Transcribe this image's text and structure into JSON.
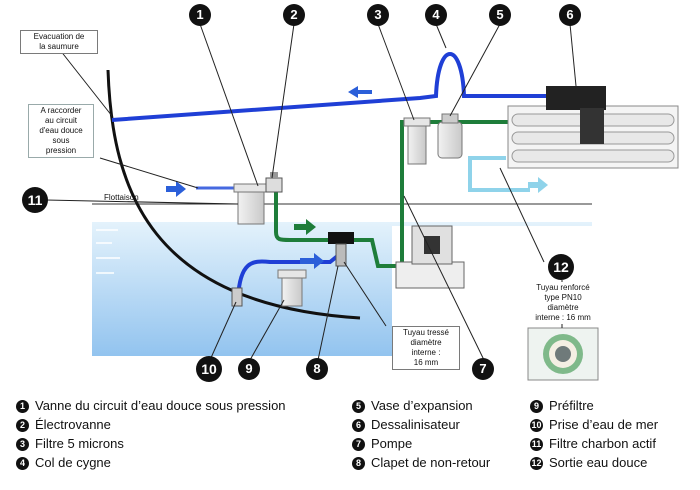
{
  "callouts": {
    "evacuation": "Evacuation de\nla saumure",
    "raccorder": "A raccorder\nau circuit\nd'eau douce\nsous\npression",
    "flottaison": "Flottaison",
    "tuyau_tresse": "Tuyau tressé\ndiamètre\ninterne :\n16 mm",
    "tuyau_renforce": "Tuyau renforcé\ntype PN10\ndiamètre\ninterne : 16 mm"
  },
  "markers": [
    "1",
    "2",
    "3",
    "4",
    "5",
    "6",
    "7",
    "8",
    "9",
    "10",
    "11",
    "12"
  ],
  "legend": [
    {
      "num": "1",
      "label": "Vanne du circuit d’eau douce sous pression"
    },
    {
      "num": "2",
      "label": "Électrovanne"
    },
    {
      "num": "3",
      "label": "Filtre 5 microns"
    },
    {
      "num": "4",
      "label": "Col de cygne"
    },
    {
      "num": "5",
      "label": "Vase d’expansion"
    },
    {
      "num": "6",
      "label": "Dessalinisateur"
    },
    {
      "num": "7",
      "label": "Pompe"
    },
    {
      "num": "8",
      "label": "Clapet de non-retour"
    },
    {
      "num": "9",
      "label": "Préfiltre"
    },
    {
      "num": "10",
      "label": "Prise d’eau de mer"
    },
    {
      "num": "11",
      "label": "Filtre charbon actif"
    },
    {
      "num": "12",
      "label": "Sortie eau douce"
    }
  ],
  "colors": {
    "seawater_pipe": "#1f3fd6",
    "brine_pipe": "#1f3fd6",
    "freshwater_pipe": "#1e7d3a",
    "product_pipe": "#8fd3ea",
    "water": "#8ec7f0",
    "arrow": "#2b5fd9"
  }
}
